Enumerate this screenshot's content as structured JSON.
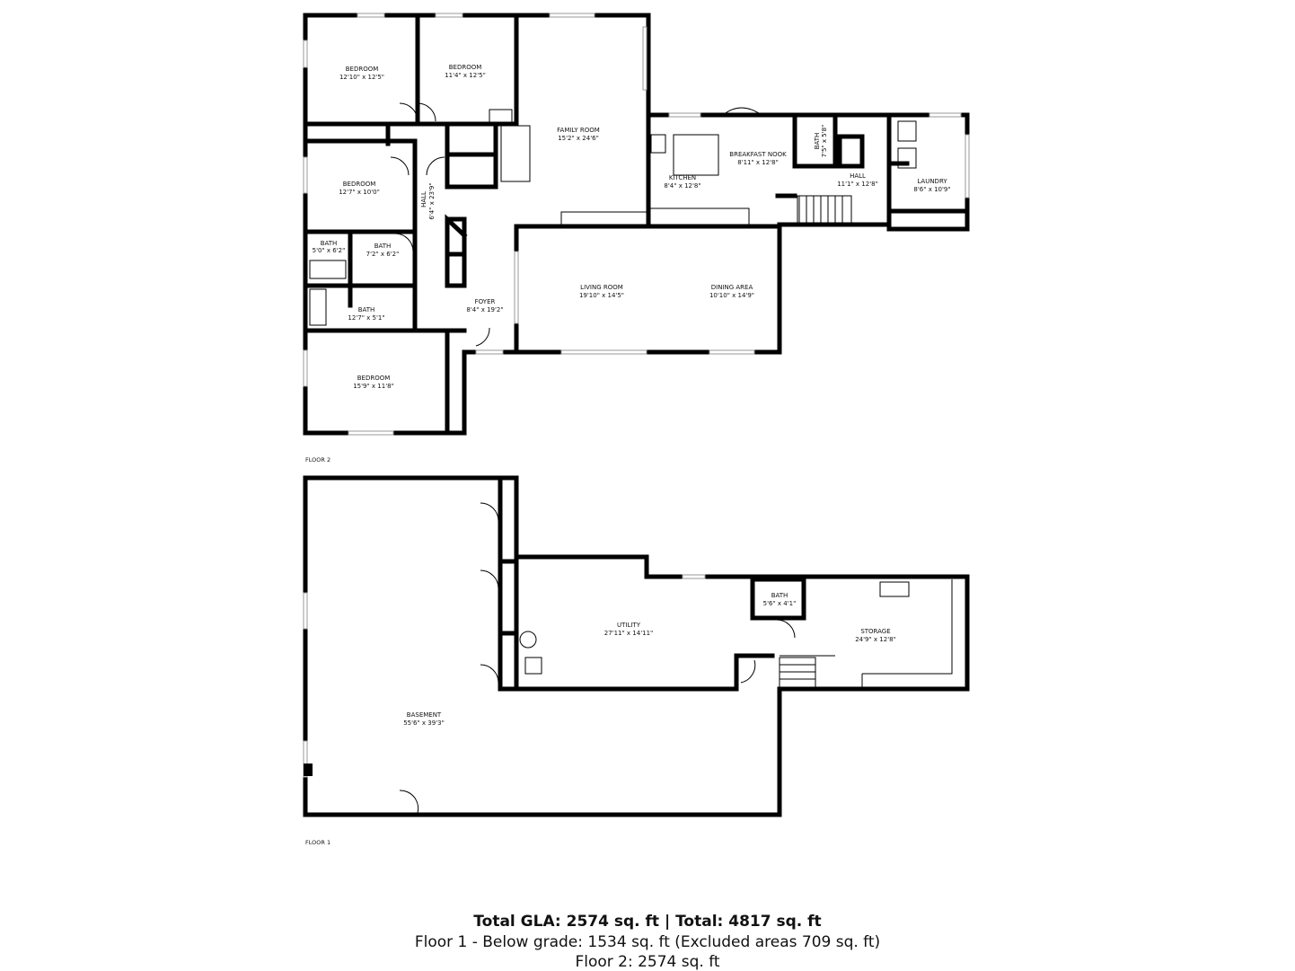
{
  "floor2": {
    "label": "FLOOR 2",
    "rooms": [
      {
        "name": "BEDROOM",
        "dims": "12'10\" x 12'5\""
      },
      {
        "name": "BEDROOM",
        "dims": "11'4\" x 12'5\""
      },
      {
        "name": "FAMILY ROOM",
        "dims": "15'2\" x 24'6\""
      },
      {
        "name": "BEDROOM",
        "dims": "12'7\" x 10'0\""
      },
      {
        "name": "HALL",
        "dims": "6'4\" x 23'9\""
      },
      {
        "name": "BATH",
        "dims": "5'0\" x 6'2\""
      },
      {
        "name": "BATH",
        "dims": "7'2\" x 6'2\""
      },
      {
        "name": "BATH",
        "dims": "12'7\" x 5'1\""
      },
      {
        "name": "FOYER",
        "dims": "8'4\" x 19'2\""
      },
      {
        "name": "BEDROOM",
        "dims": "15'9\" x 11'8\""
      },
      {
        "name": "KITCHEN",
        "dims": "8'4\" x 12'8\""
      },
      {
        "name": "BREAKFAST NOOK",
        "dims": "8'11\" x 12'8\""
      },
      {
        "name": "BATH",
        "dims": "7'5\" x 5'8\""
      },
      {
        "name": "HALL",
        "dims": "11'1\" x 12'8\""
      },
      {
        "name": "LAUNDRY",
        "dims": "8'6\" x 10'9\""
      },
      {
        "name": "LIVING ROOM",
        "dims": "19'10\" x 14'5\""
      },
      {
        "name": "DINING AREA",
        "dims": "10'10\" x 14'9\""
      }
    ]
  },
  "floor1": {
    "label": "FLOOR 1",
    "rooms": [
      {
        "name": "UTILITY",
        "dims": "27'11\" x 14'11\""
      },
      {
        "name": "BATH",
        "dims": "5'6\" x 4'1\""
      },
      {
        "name": "STORAGE",
        "dims": "24'9\" x 12'8\""
      },
      {
        "name": "BASEMENT",
        "dims": "55'6\" x 39'3\""
      }
    ]
  },
  "summary": {
    "line1": "Total GLA: 2574 sq. ft | Total: 4817 sq. ft",
    "line2": "Floor 1 - Below grade: 1534 sq. ft (Excluded areas 709 sq. ft)",
    "line3": "Floor 2: 2574 sq. ft"
  }
}
